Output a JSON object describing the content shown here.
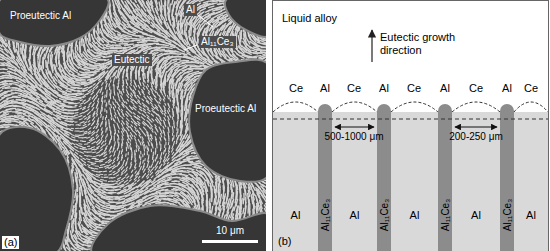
{
  "diagram": {
    "nodes": [
      {
        "text": [
          "Al"
        ]
      },
      {
        "text": [
          "Al₁₁Ce₃"
        ]
      },
      {
        "text": [
          "Al"
        ]
      },
      {
        "text": [
          "Al₁₁Ce₃"
        ]
      },
      {
        "text": [
          "Al"
        ]
      },
      {
        "text": [
          "Al₁₁Ce₃"
        ]
      },
      {
        "text": [
          "Al"
        ]
      },
      {
        "text": [
          "Al₁₁Ce₃"
        ]
      },
      {
        "text": [
          "Al"
        ]
      }
    ],
    "labels": [
      "Proeutectic Al",
      "Al",
      "Al₁₁Ce₃",
      "Eutectic",
      "Proeutectic Al",
      "10 μm",
      "(a)",
      "Liquid alloy",
      "Eutectic growth direction",
      "Ce",
      "Al",
      "Ce",
      "Al",
      "Ce",
      "Al",
      "Ce",
      "Al",
      "Ce",
      "500-1000 μm",
      "200-250 μm",
      "(b)"
    ]
  }
}
